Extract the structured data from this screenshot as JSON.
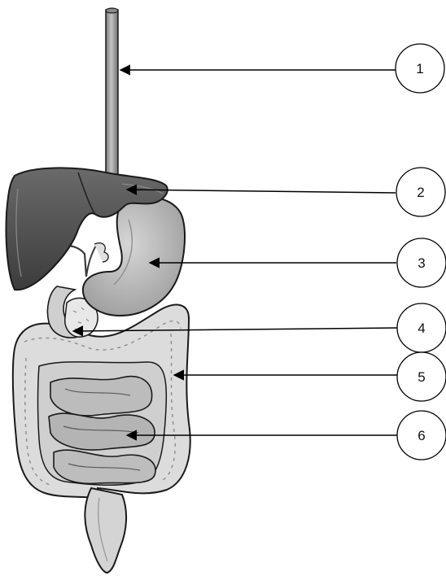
{
  "diagram": {
    "style": "grayscale line illustration",
    "subject_icon": "digestive-system-illustration",
    "callouts": [
      {
        "number": "1"
      },
      {
        "number": "2"
      },
      {
        "number": "3"
      },
      {
        "number": "4"
      },
      {
        "number": "5"
      },
      {
        "number": "6"
      }
    ]
  },
  "colors": {
    "outline": "#1a1a1a",
    "liver": "#5a5a5a",
    "liver_dark": "#3a3a3a",
    "stomach": "#bdbdbd",
    "intestine_light": "#e2e2e2",
    "intestine_mid": "#c8c8c8",
    "esophagus": "#a8a8a8",
    "background": "#ffffff"
  }
}
